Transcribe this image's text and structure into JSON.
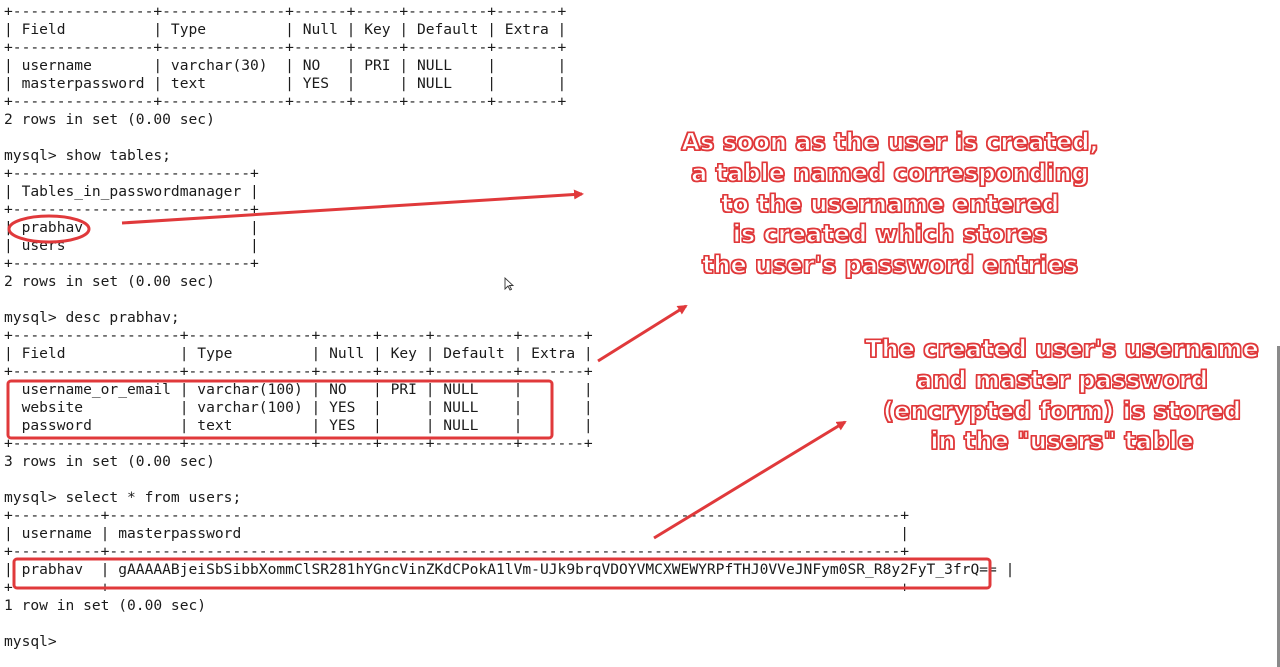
{
  "terminal": {
    "lines": [
      "+----------------+--------------+------+-----+---------+-------+",
      "| Field          | Type         | Null | Key | Default | Extra |",
      "+----------------+--------------+------+-----+---------+-------+",
      "| username       | varchar(30)  | NO   | PRI | NULL    |       |",
      "| masterpassword | text         | YES  |     | NULL    |       |",
      "+----------------+--------------+------+-----+---------+-------+",
      "2 rows in set (0.00 sec)",
      "",
      "mysql> show tables;",
      "+---------------------------+",
      "| Tables_in_passwordmanager |",
      "+---------------------------+",
      "| prabhav                   |",
      "| users                     |",
      "+---------------------------+",
      "2 rows in set (0.00 sec)",
      "",
      "mysql> desc prabhav;",
      "+-------------------+--------------+------+-----+---------+-------+",
      "| Field             | Type         | Null | Key | Default | Extra |",
      "+-------------------+--------------+------+-----+---------+-------+",
      "| username_or_email | varchar(100) | NO   | PRI | NULL    |       |",
      "| website           | varchar(100) | YES  |     | NULL    |       |",
      "| password          | text         | YES  |     | NULL    |       |",
      "+-------------------+--------------+------+-----+---------+-------+",
      "3 rows in set (0.00 sec)",
      "",
      "mysql> select * from users;",
      "+----------+------------------------------------------------------------------------------------------+",
      "| username | masterpassword                                                                           |",
      "+----------+------------------------------------------------------------------------------------------+",
      "| prabhav  | gAAAAABjeiSbSibbXommClSR281hYGncVinZKdCPokA1lVm-UJk9brqVDOYVMCXWEWYRPfTHJ0VVeJNFym0SR_R8y2FyT_3frQ== |",
      "+----------+------------------------------------------------------------------------------------------+",
      "1 row in set (0.00 sec)",
      "",
      "mysql>"
    ]
  },
  "annotations": {
    "table_created": "As soon as the user is created,\na table named corresponding\nto the username entered\nis created which stores\nthe user's password entries",
    "users_stored": "The created user's username\nand master password\n(encrypted form) is stored\nin the \"users\" table"
  },
  "colors": {
    "annotation_red": "#e0393b",
    "terminal_text": "#1b1b1b",
    "background": "#ffffff"
  },
  "icons": {
    "cursor": "mouse-pointer-icon"
  }
}
